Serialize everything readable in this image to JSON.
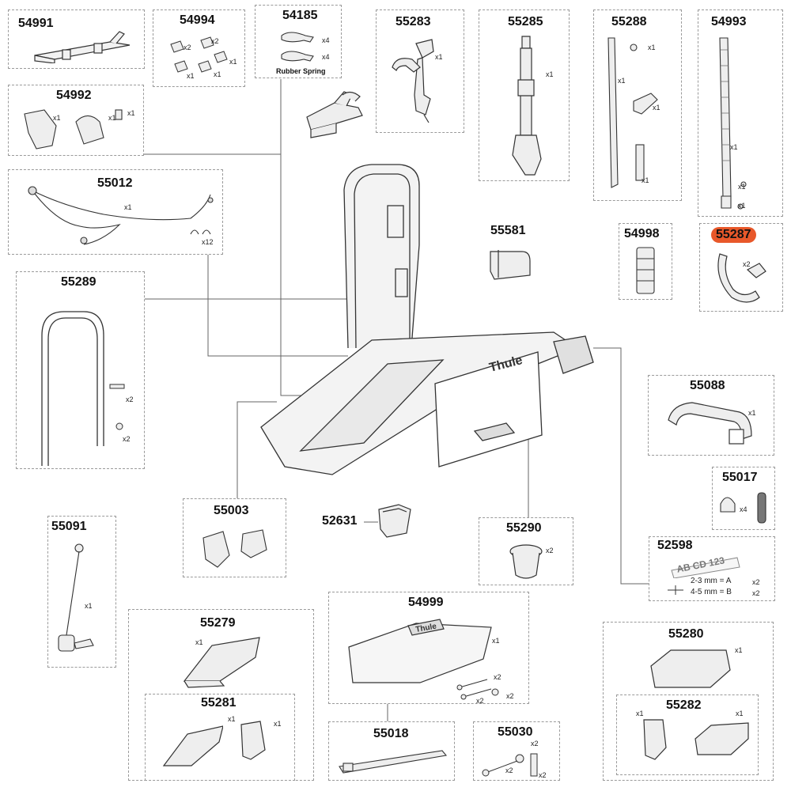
{
  "parts": {
    "p54991": {
      "number": "54991",
      "qty": []
    },
    "p54994": {
      "number": "54994",
      "qty": [
        "x2",
        "x2",
        "x1",
        "x1",
        "x1"
      ]
    },
    "p54185": {
      "number": "54185",
      "qty": [
        "x4",
        "x4"
      ],
      "caption": "Rubber Spring"
    },
    "p55283": {
      "number": "55283",
      "qty": [
        "x1"
      ]
    },
    "p55285": {
      "number": "55285",
      "qty": [
        "x1"
      ]
    },
    "p55288": {
      "number": "55288",
      "qty": [
        "x1",
        "x1",
        "x1",
        "x1"
      ]
    },
    "p54993": {
      "number": "54993",
      "qty": [
        "x1",
        "x1",
        "x1"
      ]
    },
    "p54992": {
      "number": "54992",
      "qty": [
        "x1",
        "x1",
        "x1"
      ]
    },
    "p55012": {
      "number": "55012",
      "qty": [
        "x1",
        "x12"
      ]
    },
    "p55581": {
      "number": "55581",
      "qty": []
    },
    "p54998": {
      "number": "54998",
      "qty": []
    },
    "p55287": {
      "number": "55287",
      "qty": [
        "x2"
      ],
      "highlight_color": "#e8582a"
    },
    "p55289": {
      "number": "55289",
      "qty": [
        "x2",
        "x2"
      ]
    },
    "p55088": {
      "number": "55088",
      "qty": [
        "x1"
      ]
    },
    "p55017": {
      "number": "55017",
      "qty": [
        "x4"
      ]
    },
    "p55003": {
      "number": "55003",
      "qty": []
    },
    "p52631": {
      "number": "52631",
      "qty": []
    },
    "p55290": {
      "number": "55290",
      "qty": [
        "x2"
      ]
    },
    "p52598": {
      "number": "52598",
      "qty": [
        "x2",
        "x2"
      ],
      "plate_text": "AB CD 123",
      "row1": "2-3 mm = A",
      "row2": "4-5 mm = B"
    },
    "p55091": {
      "number": "55091",
      "qty": [
        "x1"
      ]
    },
    "p54999": {
      "number": "54999",
      "qty": [
        "x1",
        "x2",
        "x2",
        "x2"
      ],
      "brand": "Thule"
    },
    "p55279": {
      "number": "55279",
      "qty": [
        "x1"
      ]
    },
    "p55281": {
      "number": "55281",
      "qty": [
        "x1",
        "x1"
      ]
    },
    "p55280": {
      "number": "55280",
      "qty": [
        "x1"
      ]
    },
    "p55282": {
      "number": "55282",
      "qty": [
        "x1",
        "x1"
      ]
    },
    "p55018": {
      "number": "55018",
      "qty": []
    },
    "p55030": {
      "number": "55030",
      "qty": [
        "x2",
        "x2",
        "x2"
      ]
    }
  },
  "main_assembly": {
    "brand": "Thule"
  },
  "colors": {
    "highlight": "#e8582a",
    "border": "#9a9a9a",
    "line": "#555555"
  }
}
